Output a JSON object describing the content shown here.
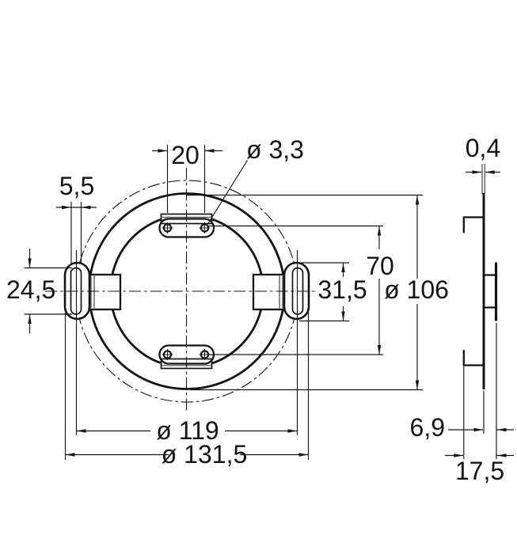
{
  "drawing": {
    "type": "technical-dimension-drawing",
    "units": "mm",
    "front_view": {
      "hole_spacing": "20",
      "hole_diameter": "ø 3,3",
      "slot_width": "5,5",
      "slot_length": "24,5",
      "side_tab_length": "31,5",
      "hole_pitch": "70",
      "plate_diameter": "ø 106",
      "slot_pitch_diameter": "ø 119",
      "overall_diameter": "ø 131,5"
    },
    "side_view": {
      "material_thickness": "0,4",
      "tab_offset": "6,9",
      "overall_depth": "17,5"
    },
    "colors": {
      "line": "#141414",
      "background": "#ffffff"
    }
  }
}
